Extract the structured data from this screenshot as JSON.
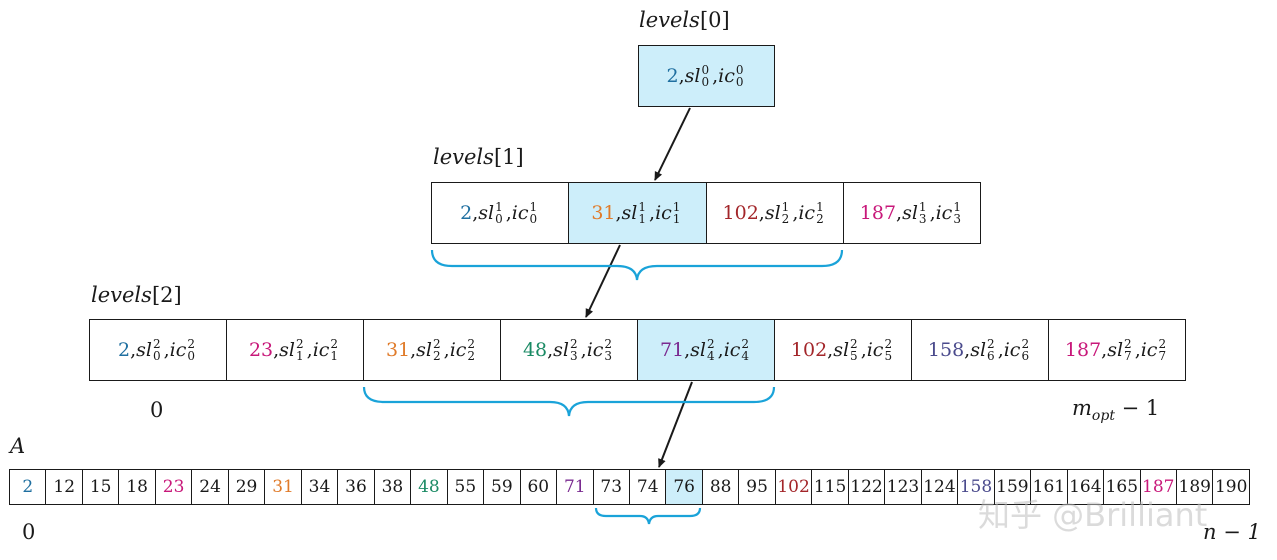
{
  "colors": {
    "blue": "#1f6fa0",
    "orange": "#e07b2a",
    "darkred": "#a3262a",
    "magenta": "#c8187a",
    "green": "#1a8a64",
    "purple": "#7a2a90",
    "slate": "#4a4a8c",
    "highlight": "#cdeefa",
    "brace": "#1aa3d9"
  },
  "labels": {
    "level0": {
      "name": "levels",
      "index": "[0]"
    },
    "level1": {
      "name": "levels",
      "index": "[1]"
    },
    "level2": {
      "name": "levels",
      "index": "[2]"
    },
    "array": "A"
  },
  "level0": [
    {
      "key": "2",
      "color": "blue",
      "sl": "sl",
      "ic": "ic",
      "sup": "0",
      "sub": "0",
      "highlight": true
    }
  ],
  "level1": [
    {
      "key": "2",
      "color": "blue",
      "sup": "1",
      "sub": "0",
      "highlight": false
    },
    {
      "key": "31",
      "color": "orange",
      "sup": "1",
      "sub": "1",
      "highlight": true
    },
    {
      "key": "102",
      "color": "darkred",
      "sup": "1",
      "sub": "2",
      "highlight": false
    },
    {
      "key": "187",
      "color": "magenta",
      "sup": "1",
      "sub": "3",
      "highlight": false
    }
  ],
  "level2": [
    {
      "key": "2",
      "color": "blue",
      "sup": "2",
      "sub": "0",
      "highlight": false
    },
    {
      "key": "23",
      "color": "magenta",
      "sup": "2",
      "sub": "1",
      "highlight": false
    },
    {
      "key": "31",
      "color": "orange",
      "sup": "2",
      "sub": "2",
      "highlight": false
    },
    {
      "key": "48",
      "color": "green",
      "sup": "2",
      "sub": "3",
      "highlight": false
    },
    {
      "key": "71",
      "color": "purple",
      "sup": "2",
      "sub": "4",
      "highlight": true
    },
    {
      "key": "102",
      "color": "darkred",
      "sup": "2",
      "sub": "5",
      "highlight": false
    },
    {
      "key": "158",
      "color": "slate",
      "sup": "2",
      "sub": "6",
      "highlight": false
    },
    {
      "key": "187",
      "color": "magenta",
      "sup": "2",
      "sub": "7",
      "highlight": false
    }
  ],
  "level2_indices": {
    "first": "0",
    "last_base": "m",
    "last_sub": "opt",
    "last_tail": " − 1"
  },
  "array": [
    {
      "v": "2",
      "color": "blue"
    },
    {
      "v": "12"
    },
    {
      "v": "15"
    },
    {
      "v": "18"
    },
    {
      "v": "23",
      "color": "magenta"
    },
    {
      "v": "24"
    },
    {
      "v": "29"
    },
    {
      "v": "31",
      "color": "orange"
    },
    {
      "v": "34"
    },
    {
      "v": "36"
    },
    {
      "v": "38"
    },
    {
      "v": "48",
      "color": "green"
    },
    {
      "v": "55"
    },
    {
      "v": "59"
    },
    {
      "v": "60"
    },
    {
      "v": "71",
      "color": "purple"
    },
    {
      "v": "73"
    },
    {
      "v": "74"
    },
    {
      "v": "76",
      "highlight": true
    },
    {
      "v": "88"
    },
    {
      "v": "95"
    },
    {
      "v": "102",
      "color": "darkred"
    },
    {
      "v": "115"
    },
    {
      "v": "122"
    },
    {
      "v": "123"
    },
    {
      "v": "124"
    },
    {
      "v": "158",
      "color": "slate"
    },
    {
      "v": "159"
    },
    {
      "v": "161"
    },
    {
      "v": "164"
    },
    {
      "v": "165"
    },
    {
      "v": "187",
      "color": "magenta"
    },
    {
      "v": "189"
    },
    {
      "v": "190"
    }
  ],
  "array_indices": {
    "first": "0",
    "last": "n − 1"
  },
  "watermark": "知乎 @Brilliant"
}
